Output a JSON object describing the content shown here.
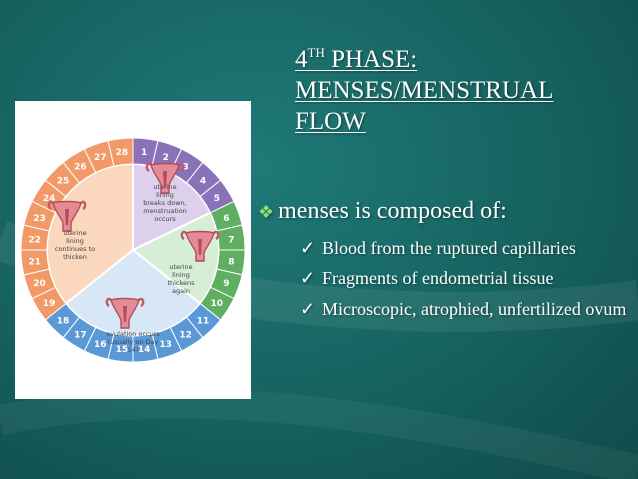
{
  "slide": {
    "title": {
      "number": "4",
      "superscript": "TH",
      "rest": " PHASE: MENSES/MENSTRUAL FLOW"
    },
    "lead": {
      "bullet": "❖",
      "text": "menses is composed of:"
    },
    "subpoints": [
      {
        "check": "✓",
        "text": "Blood from the ruptured capillaries"
      },
      {
        "check": "✓",
        "text": "Fragments of endometrial tissue"
      },
      {
        "check": "✓",
        "text": "Microscopic, atrophied, unfertilized ovum"
      }
    ]
  },
  "cycle_figure": {
    "days": [
      "1",
      "2",
      "3",
      "4",
      "5",
      "6",
      "7",
      "8",
      "9",
      "10",
      "11",
      "12",
      "13",
      "14",
      "15",
      "16",
      "17",
      "18",
      "19",
      "20",
      "21",
      "22",
      "23",
      "24",
      "25",
      "26",
      "27",
      "28"
    ],
    "phases": [
      {
        "label": "uterine lining breaks down, menstruation occurs",
        "color": "#ddd0ec",
        "ring": "#8b72b8"
      },
      {
        "label": "uterine lining thickens again",
        "color": "#d6eed6",
        "ring": "#5fae62"
      },
      {
        "label": "ovulation occurs (usually on Day 14)",
        "color": "#d7e7f6",
        "ring": "#5a98d6"
      },
      {
        "label": "uterine lining continues to thicken",
        "color": "#fbd7bd",
        "ring": "#f29a67"
      }
    ]
  },
  "colors": {
    "background": "#16625f",
    "text": "#ffffff",
    "bullet": "#8be07a"
  }
}
